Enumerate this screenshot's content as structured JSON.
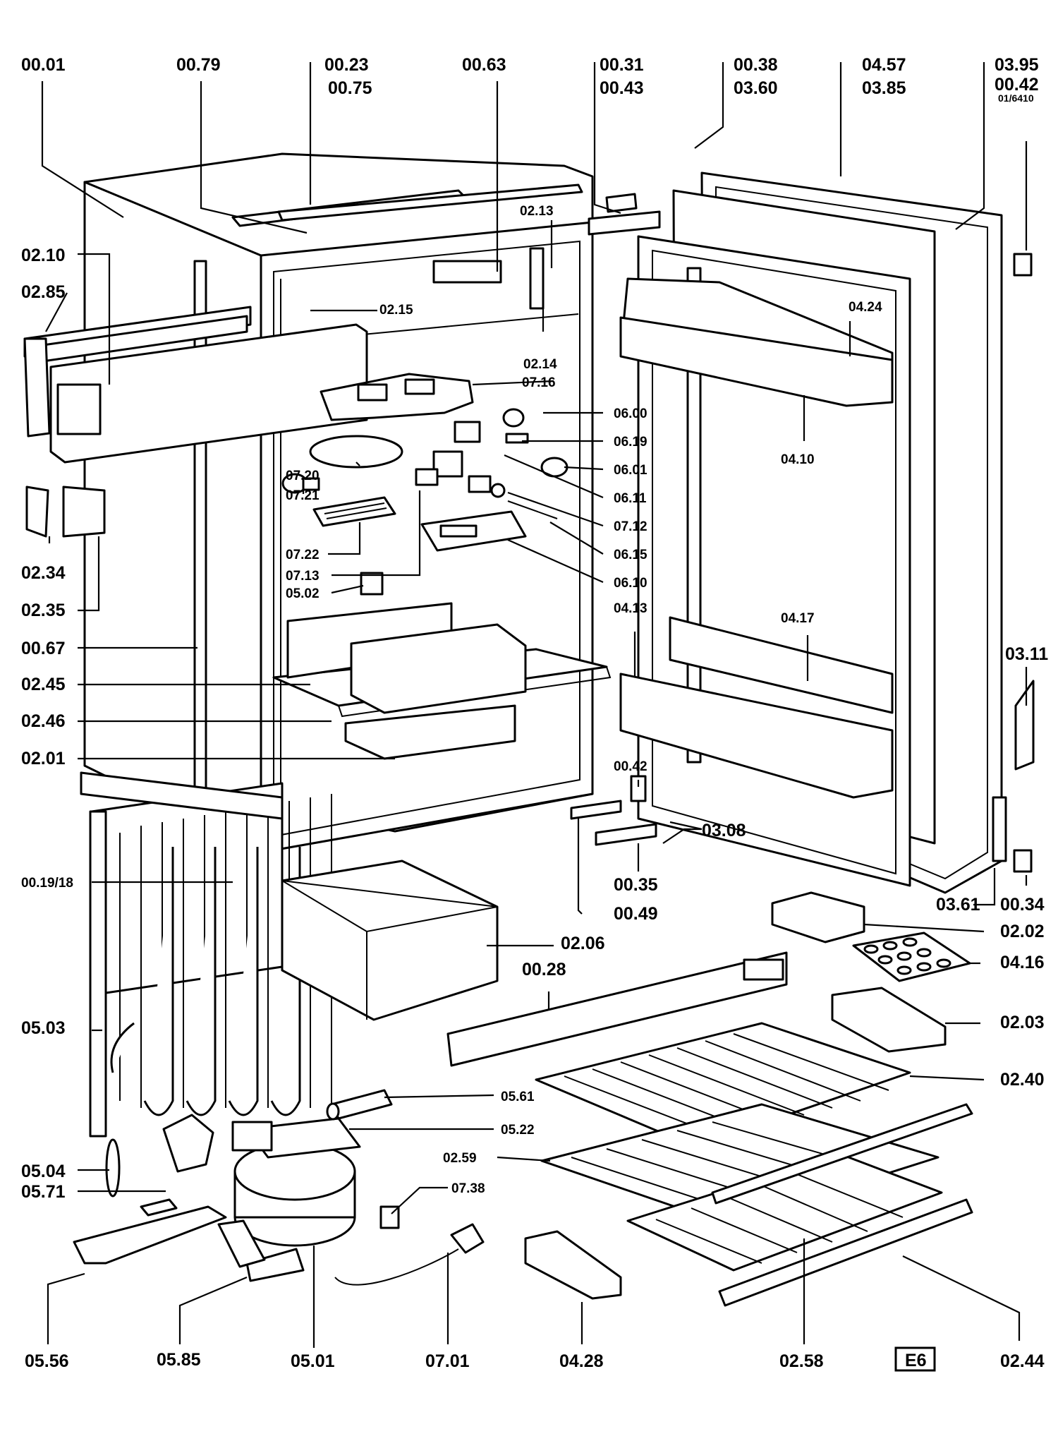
{
  "diagram": {
    "page_code": "E6",
    "parts": {
      "p0001": "00.01",
      "p0079": "00.79",
      "p0023": "00.23",
      "p0075": "00.75",
      "p0063": "00.63",
      "p0031": "00.31",
      "p0043": "00.43",
      "p0038": "00.38",
      "p0360": "03.60",
      "p0457": "04.57",
      "p0385": "03.85",
      "p0395": "03.95",
      "p0042a": "00.42",
      "p6410": "01/6410",
      "p0210": "02.10",
      "p0285": "02.85",
      "p0213": "02.13",
      "p0215": "02.15",
      "p0214": "02.14",
      "p0716": "07.16",
      "p0424": "04.24",
      "p0600": "06.00",
      "p0619": "06.19",
      "p0410": "04.10",
      "p0601": "06.01",
      "p0720": "07.20",
      "p0721": "07.21",
      "p0611": "06.11",
      "p0712": "07.12",
      "p0722": "07.22",
      "p0615": "06.15",
      "p0713": "07.13",
      "p0610": "06.10",
      "p0234": "02.34",
      "p0235": "02.35",
      "p0502": "05.02",
      "p0413": "04.13",
      "p0417": "04.17",
      "p0067": "00.67",
      "p0311": "03.11",
      "p0245": "02.45",
      "p0246": "02.46",
      "p0201": "02.01",
      "p0042b": "00.42",
      "p0308": "03.08",
      "p0019": "00.19/18",
      "p0035": "00.35",
      "p0361": "03.61",
      "p0034": "00.34",
      "p0049": "00.49",
      "p0202": "02.02",
      "p0206": "02.06",
      "p0416": "04.16",
      "p0028": "00.28",
      "p0503": "05.03",
      "p0203": "02.03",
      "p0240": "02.40",
      "p0561": "05.61",
      "p0522": "05.22",
      "p0259": "02.59",
      "p0504": "05.04",
      "p0571": "05.71",
      "p0738": "07.38",
      "p0556": "05.56",
      "p0585": "05.85",
      "p0501": "05.01",
      "p0701": "07.01",
      "p0428": "04.28",
      "p0258": "02.58",
      "p0244": "02.44"
    }
  }
}
